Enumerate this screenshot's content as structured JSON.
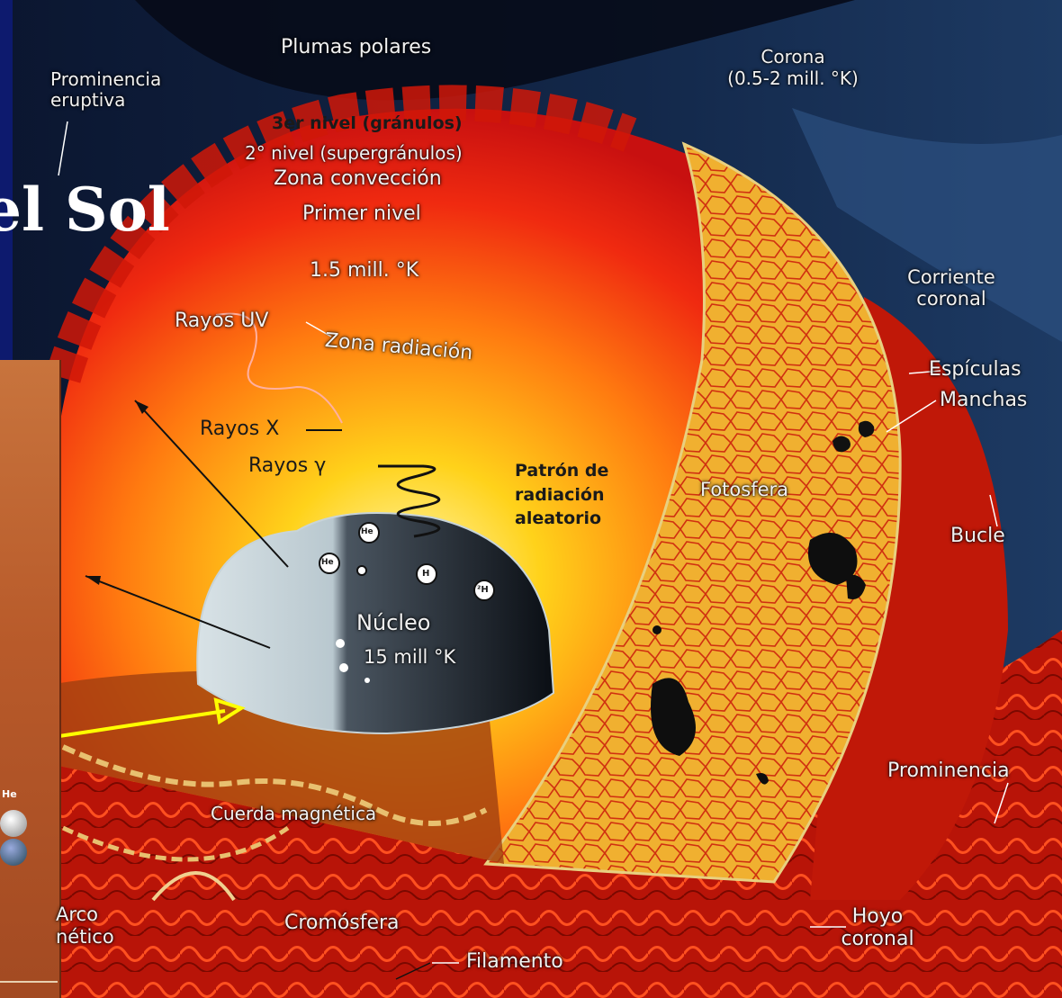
{
  "title": "el Sol",
  "side_panel": {
    "he_label": "He",
    "arco_label_line1": "Arco",
    "arco_label_line2": "nético"
  },
  "labels": {
    "plumas": "Plumas polares",
    "corona_line1": "Corona",
    "corona_line2": "(0.5-2 mill. °K)",
    "prominencia_eruptiva_line1": "Prominencia",
    "prominencia_eruptiva_line2": "eruptiva",
    "granulos": "3er nivel (gránulos)",
    "supergranulos": "2° nivel (supergránulos)",
    "zona_conveccion": "Zona convección",
    "primer_nivel": "Primer nivel",
    "temp_conveccion": "1.5 mill. °K",
    "rayos_uv": "Rayos UV",
    "zona_radiacion": "Zona radiación",
    "rayos_x": "Rayos X",
    "rayos_gamma": "Rayos γ",
    "patron_line1": "Patrón de",
    "patron_line2": "radiación",
    "patron_line3": "aleatorio",
    "fotosfera": "Fotosfera",
    "nucleo": "Núcleo",
    "temp_nucleo": "15 mill °K",
    "corriente_line1": "Corriente",
    "corriente_line2": "coronal",
    "espiculas": "Espículas",
    "manchas": "Manchas",
    "bucle": "Bucle",
    "prominencia": "Prominencia",
    "hoyo_line1": "Hoyo",
    "hoyo_line2": "coronal",
    "cuerda": "Cuerda magnética",
    "cromosfera": "Cromósfera",
    "filamento": "Filamento"
  },
  "particles": {
    "he": "He",
    "h": "H",
    "h2": "²H"
  },
  "colors": {
    "background_blue": "#0d1a6e",
    "sun_red": "#e02010",
    "core_gray": "#3a4450",
    "arrow_yellow": "#ffff00"
  }
}
